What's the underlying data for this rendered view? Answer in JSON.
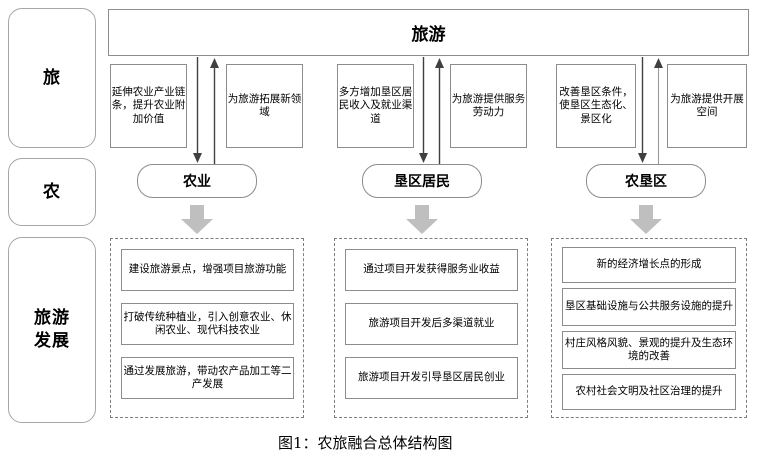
{
  "figure": {
    "caption": "图1：农旅融合总体结构图"
  },
  "colors": {
    "box_border": "#8c8c8c",
    "rounded_border": "#a6a6a6",
    "dashed_border": "#7f7f7f",
    "block_arrow": "#bfbfbf",
    "thin_arrow": "#404040",
    "background": "#ffffff",
    "text": "#000000"
  },
  "left_labels": [
    {
      "text": "旅"
    },
    {
      "text": "农"
    },
    {
      "text": "旅游\n发展"
    }
  ],
  "banner": {
    "title": "旅游"
  },
  "columns": [
    {
      "id": "agriculture",
      "node": "农业",
      "up_desc": "延伸农业产业链条，提升农业附加价值",
      "down_desc": "为旅游拓展新领域",
      "items": [
        "建设旅游景点，增强项目旅游功能",
        "打破传统种植业，引入创意农业、休闲农业、现代科技农业",
        "通过发展旅游，带动农产品加工等二产发展"
      ]
    },
    {
      "id": "residents",
      "node": "垦区居民",
      "up_desc": "多方增加垦区居民收入及就业渠道",
      "down_desc": "为旅游提供服务劳动力",
      "items": [
        "通过项目开发获得服务业收益",
        "旅游项目开发后多渠道就业",
        "旅游项目开发引导垦区居民创业"
      ]
    },
    {
      "id": "reclamation-area",
      "node": "农垦区",
      "up_desc": "改善垦区条件，使垦区生态化、景区化",
      "down_desc": "为旅游提供开展空间",
      "items": [
        "新的经济增长点的形成",
        "垦区基础设施与公共服务设施的提升",
        "村庄风格风貌、景观的提升及生态环境的改善",
        "农村社会文明及社区治理的提升"
      ]
    }
  ],
  "arrows": {
    "down_icon": "arrow-down-icon",
    "up_icon": "arrow-up-icon",
    "block_icon": "block-arrow-down-icon"
  }
}
